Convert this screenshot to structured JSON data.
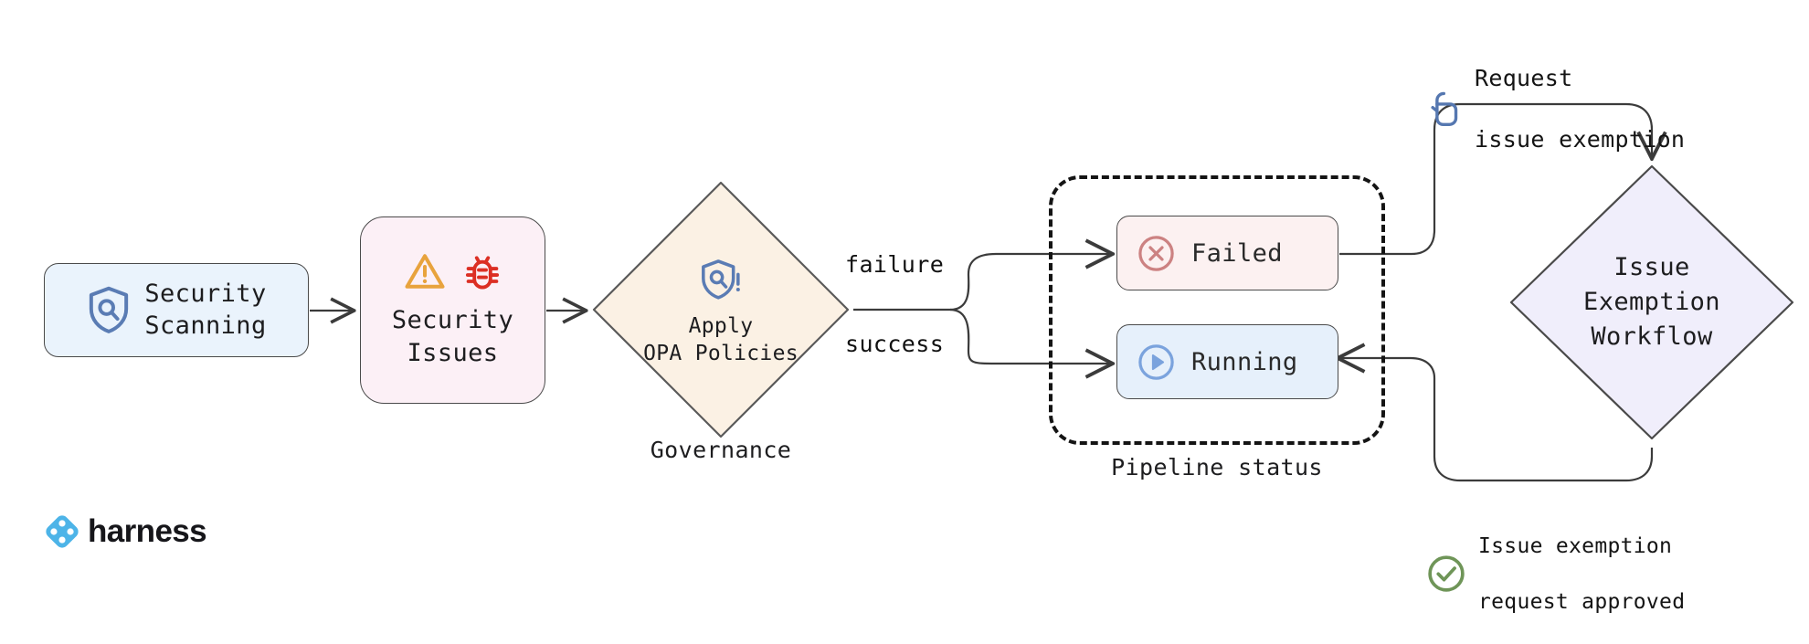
{
  "diagram": {
    "title": "Harness security scanning governance and issue exemption workflow",
    "nodes": {
      "security_scanning": {
        "label": "Security\nScanning",
        "line1": "Security",
        "line2": "Scanning",
        "icon": "shield-search-icon",
        "fill": "#eaf3fc",
        "stroke": "#4a4a4a"
      },
      "security_issues": {
        "line1": "Security",
        "line2": "Issues",
        "icons": [
          "warning-triangle-icon",
          "bug-icon"
        ],
        "fill": "#fcf0f6",
        "stroke": "#4a4a4a",
        "warning_color": "#e8a33d",
        "bug_color": "#dc2f24"
      },
      "governance": {
        "line1": "Apply",
        "line2": "OPA Policies",
        "caption": "Governance",
        "icon": "shield-alert-icon",
        "fill": "#fbf1e4",
        "stroke": "#5a5a5a"
      },
      "pipeline_status": {
        "caption": "Pipeline status",
        "items": [
          {
            "label": "Failed",
            "icon": "x-circle-icon",
            "fill": "#fcf1f1",
            "icon_color": "#cc8282"
          },
          {
            "label": "Running",
            "icon": "play-circle-icon",
            "fill": "#e6f0fb",
            "icon_color": "#7ba3dd"
          }
        ]
      },
      "exemption_workflow": {
        "line1": "Issue",
        "line2": "Exemption",
        "line3": "Workflow",
        "fill": "#f0eefb",
        "stroke": "#4a4a4a"
      }
    },
    "edge_labels": {
      "failure": "failure",
      "success": "success"
    },
    "annotations": [
      {
        "id": "request-issue-exemption",
        "icon": "hand-pointer-icon",
        "icon_color": "#5577b0",
        "line1": "Request",
        "line2": "issue exemption",
        "text": "Request\nissue exemption"
      },
      {
        "id": "issue-exemption-request-approved",
        "icon": "check-circle-icon",
        "icon_color": "#6f9558",
        "line1": "Issue exemption",
        "line2": "request approved",
        "text": "Issue exemption\nrequest approved"
      }
    ],
    "branding": {
      "wordmark": "harness",
      "logo_color": "#4db4e8",
      "logo_icon": "harness-diamond-logo"
    }
  }
}
